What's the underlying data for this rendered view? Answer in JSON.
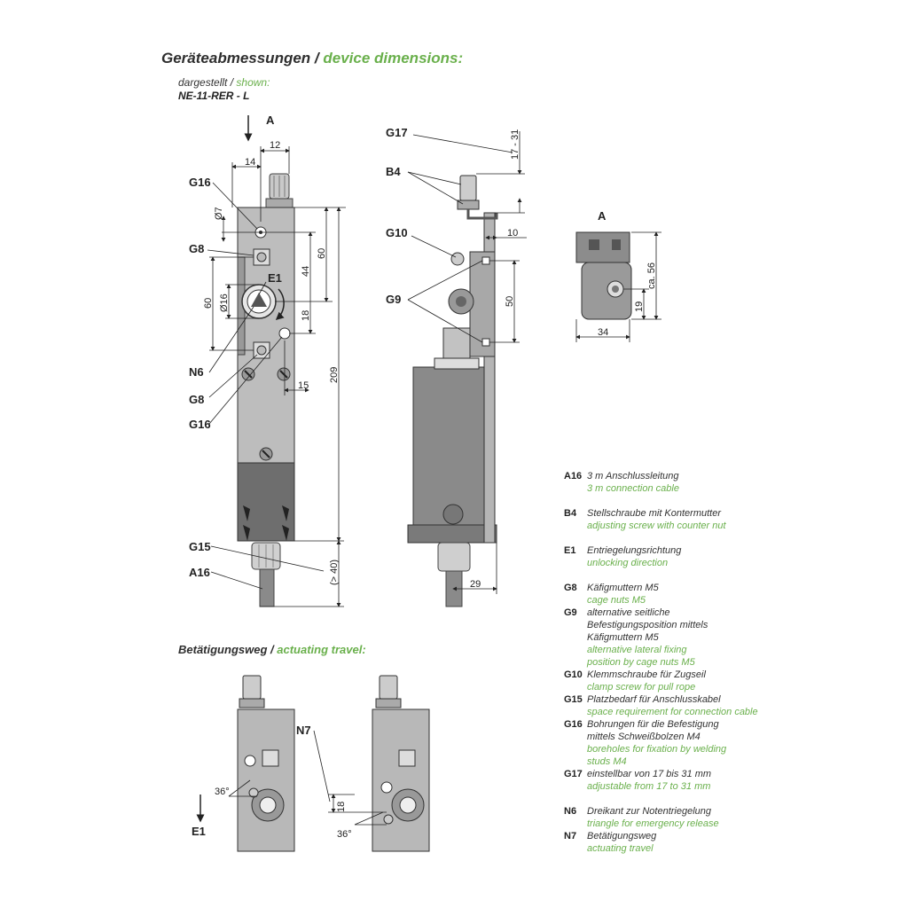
{
  "header": {
    "title_de": "Geräteabmessungen /",
    "title_en": "device dimensions:",
    "shown_de": "dargestellt /",
    "shown_en": "shown:",
    "model": "NE-11-RER - L",
    "travel_de": "Betätigungsweg /",
    "travel_en": "actuating travel:"
  },
  "front_view": {
    "labels": {
      "a": "A",
      "g16_top": "G16",
      "g8_top": "G8",
      "e1": "E1",
      "n6": "N6",
      "g8_bottom": "G8",
      "g16_bottom": "G16",
      "g15": "G15",
      "a16": "A16"
    },
    "dims": {
      "d12": "12",
      "d14": "14",
      "d7": "Ø7",
      "d44": "44",
      "d60r": "60",
      "d60l": "60",
      "d16": "Ø16",
      "d18": "18",
      "d15": "15",
      "d209": "209",
      "d40": "(> 40)"
    }
  },
  "side_view": {
    "labels": {
      "g17": "G17",
      "b4": "B4",
      "g10": "G10",
      "g9": "G9"
    },
    "dims": {
      "d1731": "17 - 31",
      "d10": "10",
      "d50": "50",
      "d29": "29"
    }
  },
  "view_a": {
    "label": "A",
    "dims": {
      "d56": "ca. 56",
      "d19": "19",
      "d34": "34"
    }
  },
  "travel_view": {
    "labels": {
      "n7": "N7",
      "e1": "E1"
    },
    "dims": {
      "a36_left": "36°",
      "a36_right": "36°",
      "d18": "18"
    }
  },
  "legend": [
    {
      "code": "A16",
      "de": "3 m Anschlussleitung",
      "en": "3 m connection cable"
    },
    {
      "code": "B4",
      "de": "Stellschraube mit Kontermutter",
      "en": "adjusting screw with counter nut"
    },
    {
      "code": "E1",
      "de": "Entriegelungsrichtung",
      "en": "unlocking direction"
    },
    {
      "code": "G8",
      "de": "Käfigmuttern M5",
      "en": "cage nuts M5"
    },
    {
      "code": "G9",
      "de": "alternative seitliche Befestigungsposition mittels Käfigmuttern M5",
      "en": "alternative lateral fixing position by cage nuts M5"
    },
    {
      "code": "G10",
      "de": "Klemmschraube für Zugseil",
      "en": "clamp screw for pull rope"
    },
    {
      "code": "G15",
      "de": "Platzbedarf für Anschlusskabel",
      "en": "space requirement for connection cable"
    },
    {
      "code": "G16",
      "de": "Bohrungen für die Befestigung mittels Schweißbolzen M4",
      "en": "boreholes for fixation by welding studs M4"
    },
    {
      "code": "G17",
      "de": "einstellbar von 17 bis 31 mm",
      "en": "adjustable from 17 to 31 mm"
    },
    {
      "code": "N6",
      "de": "Dreikant zur Notentriegelung",
      "en": "triangle for emergency release"
    },
    {
      "code": "N7",
      "de": "Betätigungsweg",
      "en": "actuating travel"
    }
  ]
}
